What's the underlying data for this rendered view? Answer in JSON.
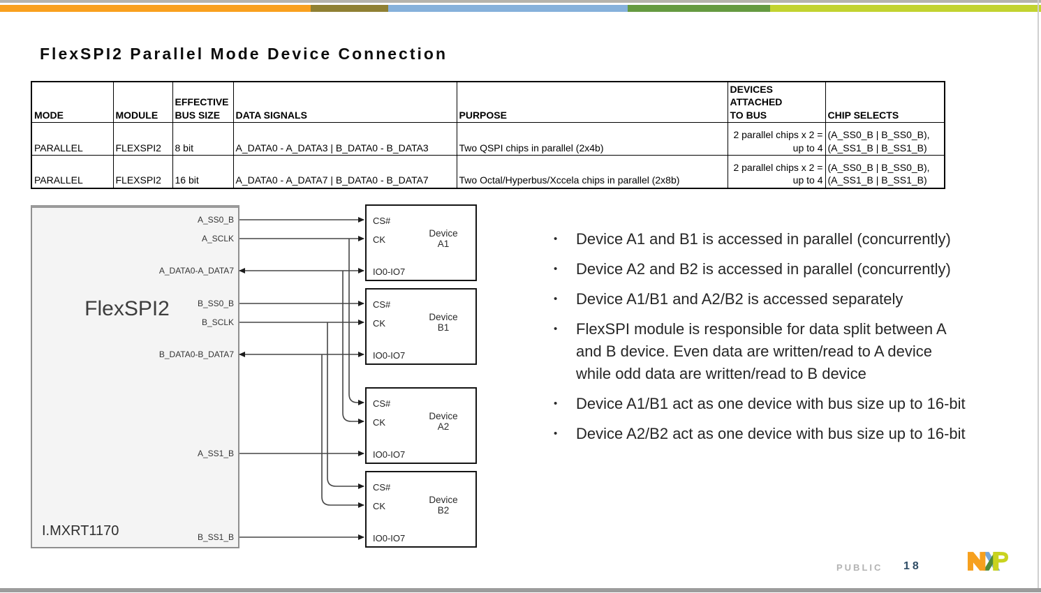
{
  "page": {
    "title": "FlexSPI2 Parallel Mode Device Connection",
    "stripe_colors": [
      "#F9A01E",
      "#8F8033",
      "#86B1DB",
      "#659A41",
      "#C2D330"
    ],
    "footer": {
      "classification": "PUBLIC",
      "page_number": "18",
      "logo": "nxp-logo"
    }
  },
  "table": {
    "headers": [
      "MODE",
      "MODULE",
      "EFFECTIVE\nBUS SIZE",
      "DATA SIGNALS",
      "PURPOSE",
      "DEVICES ATTACHED\nTO BUS",
      "CHIP SELECTS"
    ],
    "rows": [
      {
        "mode": "PARALLEL",
        "module": "FLEXSPI2",
        "bus": "8 bit",
        "signals": "A_DATA0 - A_DATA3 | B_DATA0 - B_DATA3",
        "purpose": "Two QSPI chips in parallel (2x4b)",
        "devices": [
          "2 parallel chips x 2 =",
          "up to 4"
        ],
        "chips": [
          "(A_SS0_B | B_SS0_B),",
          "(A_SS1_B | B_SS1_B)"
        ]
      },
      {
        "mode": "PARALLEL",
        "module": "FLEXSPI2",
        "bus": "16 bit",
        "signals": "A_DATA0 - A_DATA7 | B_DATA0 - B_DATA7",
        "purpose": "Two Octal/Hyperbus/Xccela chips in parallel (2x8b)",
        "devices": [
          "2 parallel chips x 2 =",
          "up to 4"
        ],
        "chips": [
          "(A_SS0_B | B_SS0_B),",
          "(A_SS1_B | B_SS1_B)"
        ]
      }
    ]
  },
  "diagram": {
    "controller": {
      "label": "FlexSPI2",
      "part": "I.MXRT1170",
      "pins": [
        "A_SS0_B",
        "A_SCLK",
        "A_DATA0-A_DATA7",
        "B_SS0_B",
        "B_SCLK",
        "B_DATA0-B_DATA7",
        "A_SS1_B",
        "B_SS1_B"
      ]
    },
    "devices": [
      {
        "name": [
          "Device",
          "A1"
        ],
        "pins": [
          "CS#",
          "CK",
          "IO0-IO7"
        ]
      },
      {
        "name": [
          "Device",
          "B1"
        ],
        "pins": [
          "CS#",
          "CK",
          "IO0-IO7"
        ]
      },
      {
        "name": [
          "Device",
          "A2"
        ],
        "pins": [
          "CS#",
          "CK",
          "IO0-IO7"
        ]
      },
      {
        "name": [
          "Device",
          "B2"
        ],
        "pins": [
          "CS#",
          "CK",
          "IO0-IO7"
        ]
      }
    ]
  },
  "bullets": [
    "Device A1 and B1 is accessed in parallel (concurrently)",
    "Device A2 and B2 is accessed in parallel (concurrently)",
    "Device A1/B1 and A2/B2 is accessed separately",
    "FlexSPI module is responsible for data split between A and B device. Even data are written/read to A device while odd data are written/read to B device",
    "Device A1/B1 act as one device with bus size up to 16-bit",
    "Device A2/B2 act as one device with bus size up to 16-bit"
  ]
}
